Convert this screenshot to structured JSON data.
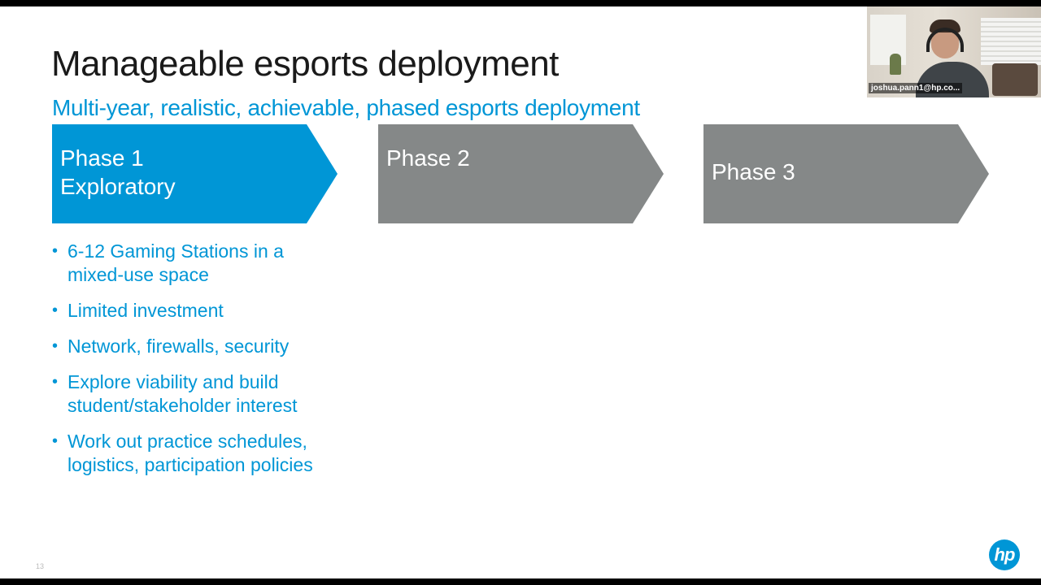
{
  "slide": {
    "title": "Manageable esports deployment",
    "subtitle": "Multi-year, realistic, achievable, phased esports deployment",
    "page_number": "13"
  },
  "phases": [
    {
      "line1": "Phase 1",
      "line2": "Exploratory"
    },
    {
      "line1": "Phase 2"
    },
    {
      "line1": "Phase 3"
    }
  ],
  "phase1_bullets": [
    "6-12 Gaming Stations in a mixed-use space",
    "Limited investment",
    "Network, firewalls, security",
    "Explore viability and build student/stakeholder interest",
    "Work out practice schedules, logistics, participation policies"
  ],
  "bullet_glyph": "•",
  "logo": {
    "text": "hp"
  },
  "video": {
    "participant_name": "joshua.pann1@hp.co..."
  },
  "colors": {
    "accent_blue": "#0096d6",
    "inactive_gray": "#858888",
    "title_text": "#1a1a1a"
  }
}
